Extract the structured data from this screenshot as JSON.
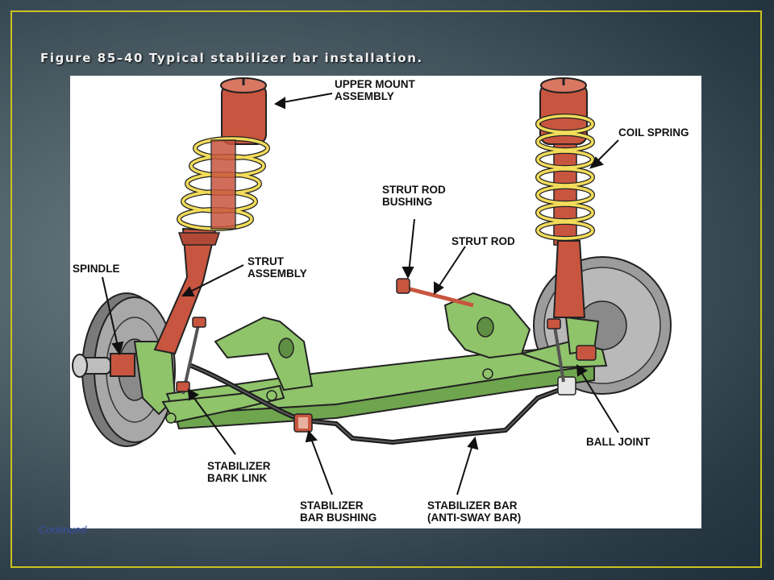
{
  "slide": {
    "title": "Figure 85–40 Typical stabilizer bar installation.",
    "footer_note": "Continued"
  },
  "figure": {
    "labels": {
      "upper_mount": "UPPER MOUNT\nASSEMBLY",
      "coil_spring": "COIL SPRING",
      "strut_rod_bushing": "STRUT ROD\nBUSHING",
      "strut_rod": "STRUT ROD",
      "spindle": "SPINDLE",
      "strut_assembly": "STRUT\nASSEMBLY",
      "ball_joint": "BALL JOINT",
      "stabilizer_link": "STABILIZER\nBARK LINK",
      "stabilizer_bushing": "STABILIZER\nBAR BUSHING",
      "stabilizer_bar": "STABILIZER BAR\n(ANTI-SWAY BAR)"
    },
    "colors": {
      "strut": "#c8553f",
      "spring": "#f2dc5a",
      "frame": "#8fc46b",
      "stabilizer_bar": "#1a1a1a",
      "rotor": "#9a9a9a",
      "frame_border": "#c9c21f"
    }
  }
}
